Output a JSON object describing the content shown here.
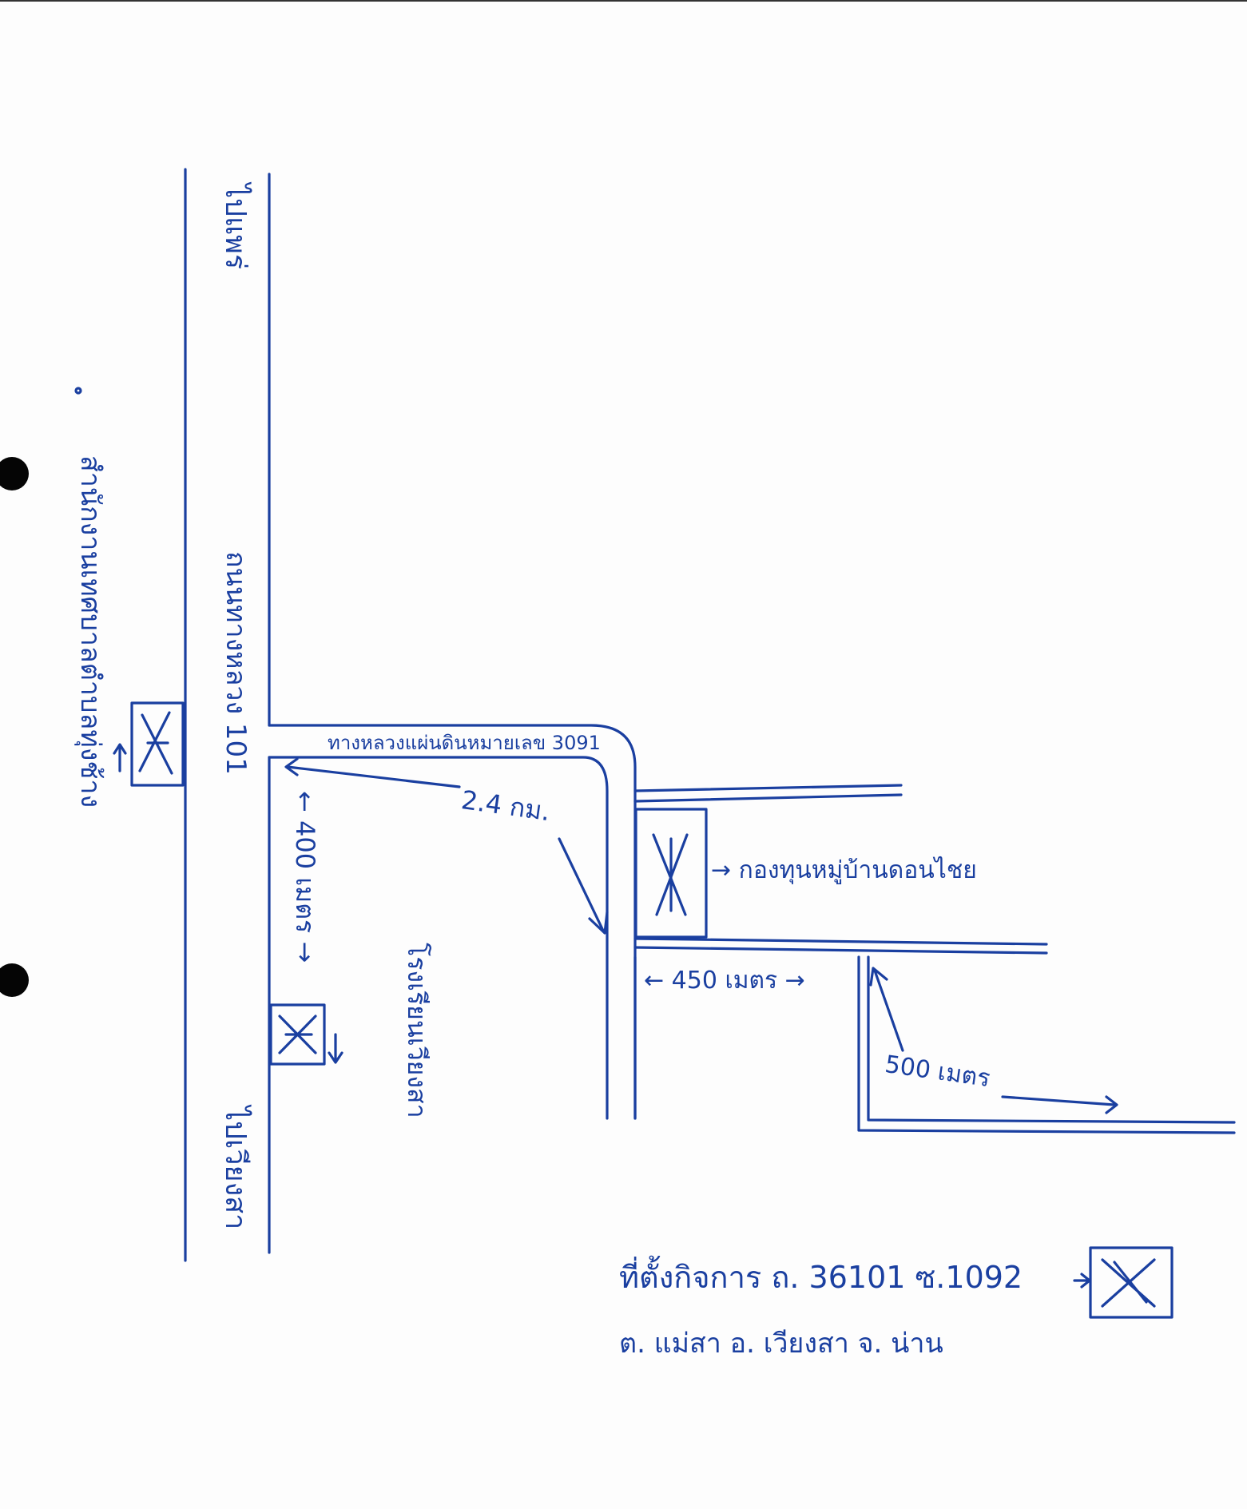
{
  "ink_color": "#1a3fa0",
  "labels": {
    "office": "สำนักงานเทศบาลตำบลทุ่งช้าง",
    "to_phrae": "ไปแพร่",
    "highway_101": "ถนนทางหลวง 101",
    "highway_3091": "ทางหลวงแผ่นดินหมายเลข 3091",
    "dist_400": "← 400 เมตร →",
    "school": "โรงเรียนเวียงสา",
    "to_wiang_sa": "ไปเวียงสา",
    "dist_2_4": "2.4 กม.",
    "village_fund": "→ กองทุนหมู่บ้านดอนไชย",
    "dist_450": "← 450 เมตร →",
    "dist_500": "500 เมตร",
    "address_line1": "ที่ตั้งกิจการ ถ. 36101 ซ.1092",
    "address_line2": "ต. แม่สา อ. เวียงสา จ. น่าน"
  },
  "landmarks": [
    {
      "name": "office",
      "icon": "x-marker-icon"
    },
    {
      "name": "school",
      "icon": "x-marker-icon"
    },
    {
      "name": "village_fund",
      "icon": "x-marker-icon"
    },
    {
      "name": "site",
      "icon": "x-marker-icon"
    }
  ]
}
